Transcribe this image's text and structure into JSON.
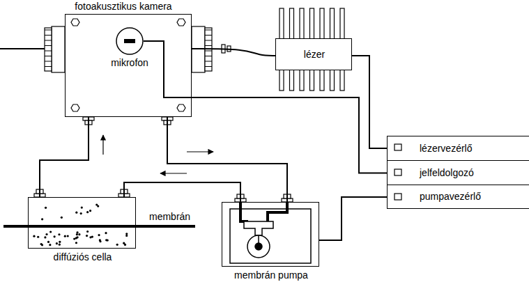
{
  "diagram": {
    "nodes": [
      {
        "text": [
          "fotoakusztikus kamera"
        ]
      },
      {
        "text": [
          "mikrofon"
        ],
        "in": 0
      },
      {
        "text": [
          "lézer"
        ]
      },
      {
        "text": [
          "lézervezérlő"
        ]
      },
      {
        "text": [
          "jelfeldolgozó"
        ]
      },
      {
        "text": [
          "pumpavezérlő"
        ]
      },
      {
        "text": [
          "diffúziós cella"
        ]
      },
      {
        "text": [
          "membrán pumpa"
        ]
      }
    ],
    "edges": [
      {
        "from": 2,
        "to": 0,
        "arrow": "none"
      },
      {
        "from": 2,
        "to": 3,
        "arrow": "none"
      },
      {
        "from": 1,
        "to": 4,
        "arrow": "none"
      },
      {
        "from": 6,
        "to": 0,
        "arrow": "none"
      },
      {
        "from": 0,
        "to": 7,
        "arrow": "none"
      },
      {
        "from": 7,
        "to": 6,
        "arrow": "none"
      },
      {
        "from": 7,
        "to": 5,
        "arrow": "none"
      }
    ],
    "labels": [
      "membrán"
    ]
  }
}
